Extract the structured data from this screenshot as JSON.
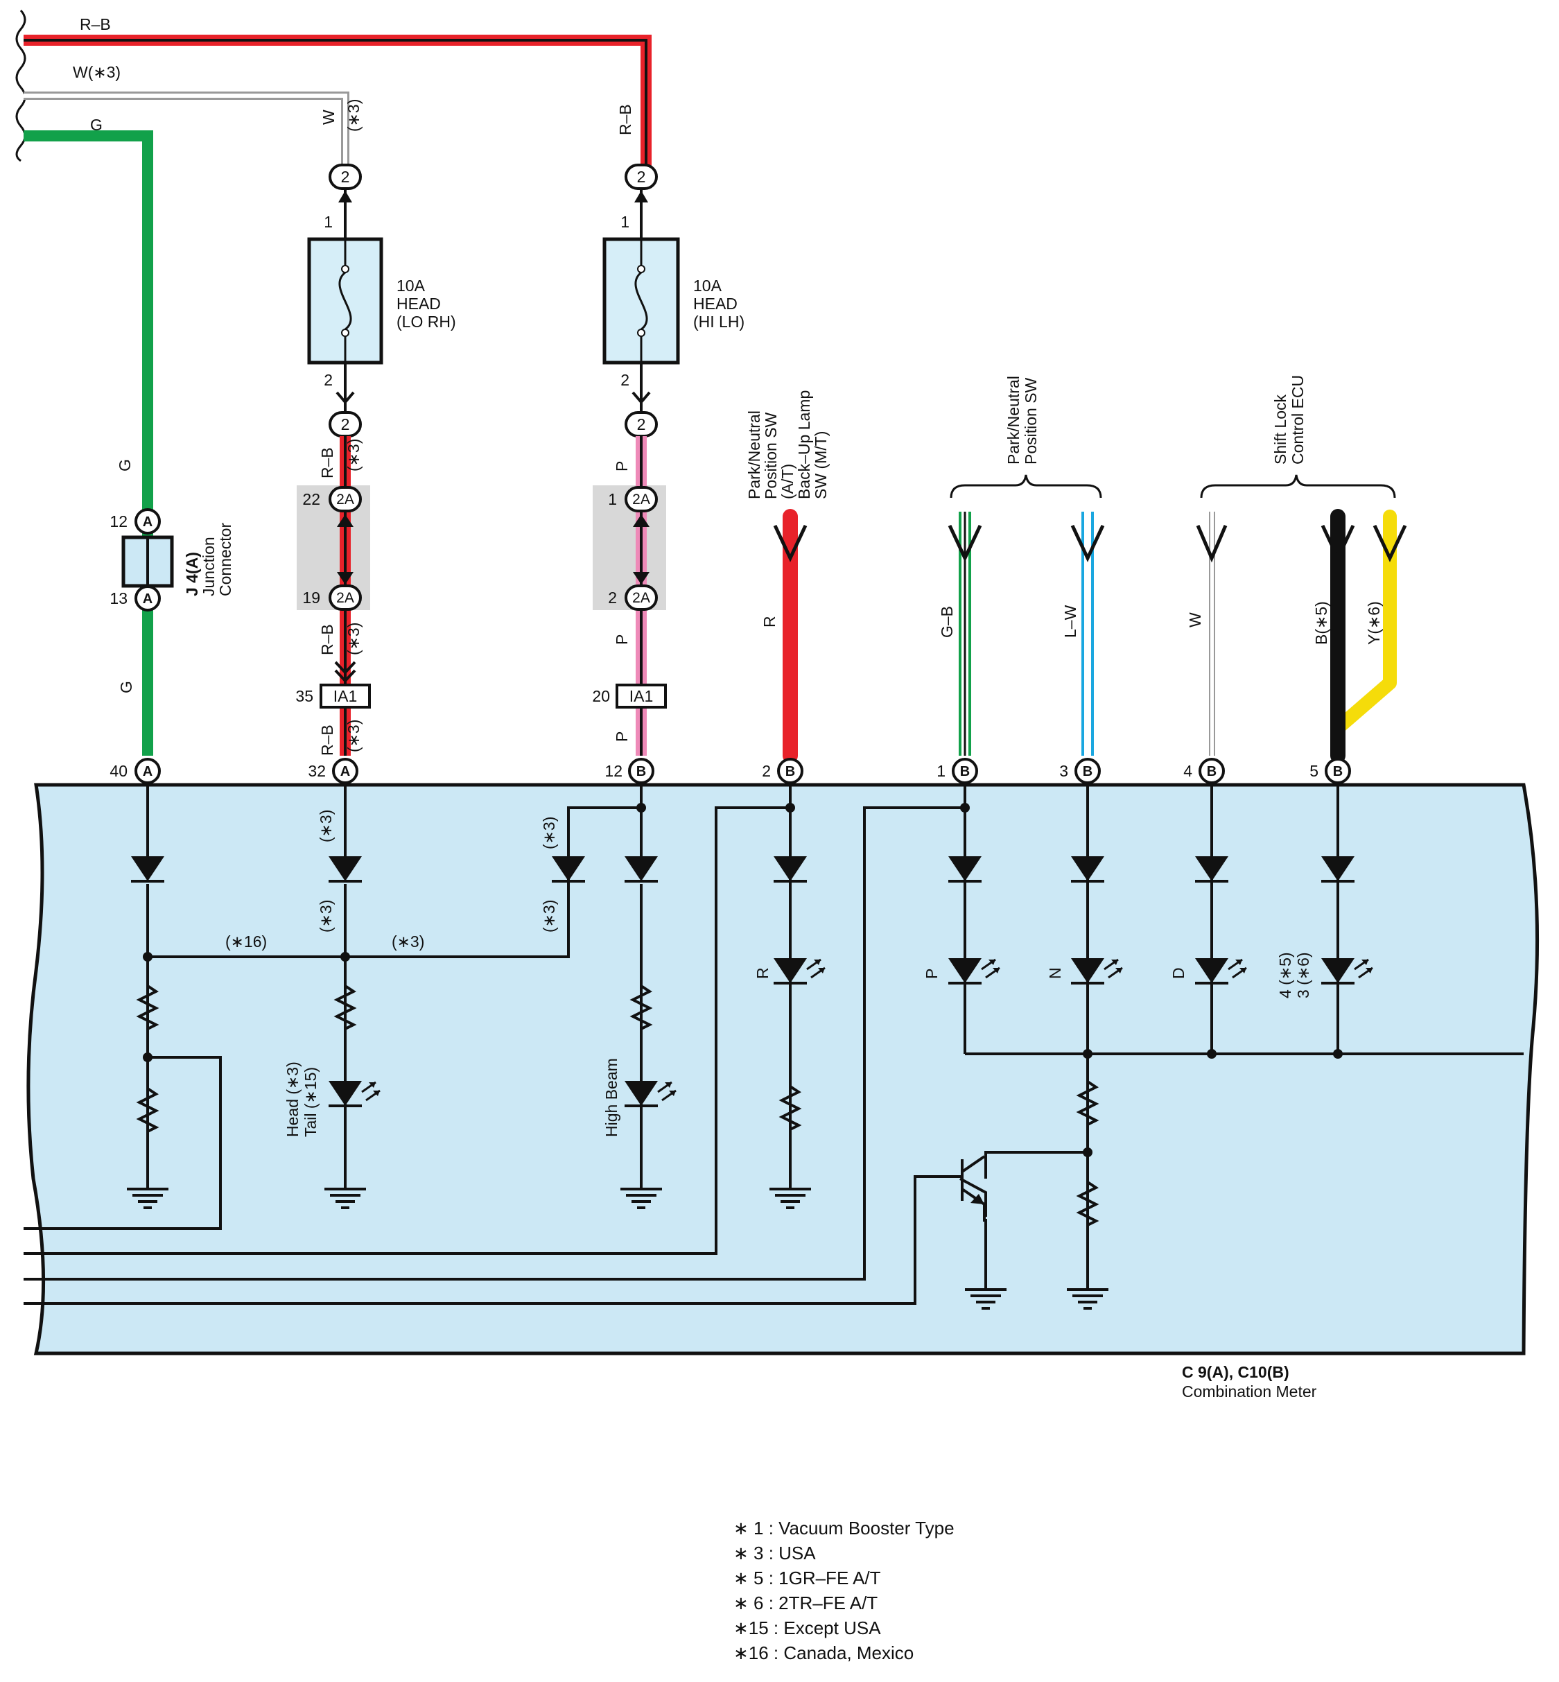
{
  "colors": {
    "meter_fill": "#cce8f5",
    "green": "#12a14a",
    "red": "#e8222a",
    "pink": "#ee8ab8",
    "blue": "#1aa7e0",
    "yellow": "#f5dc0a",
    "fuse_fill": "#d6eef8",
    "gray_block": "#d8d8d8"
  },
  "top_wires": {
    "rb": "R–B",
    "w3": "W(∗3)",
    "g": "G"
  },
  "col_a": {
    "wire_top": "G",
    "pin_top": "12",
    "pin_bottom": "13",
    "wire_bottom": "G",
    "conn_letter": "A",
    "jc_id": "J 4(A)",
    "jc_name_1": "Junction",
    "jc_name_2": "Connector",
    "pin_meter": "40"
  },
  "col_b": {
    "wire_w": "W",
    "note_3": "(∗3)",
    "pin_2": "2",
    "pin_1": "1",
    "fuse_amp": "10A",
    "fuse_name": "HEAD",
    "fuse_sub": "(LO RH)",
    "wire_rb": "R–B",
    "conn_2a": "2A",
    "pin_22": "22",
    "pin_19": "19",
    "pin_35": "35",
    "ia1": "IA1",
    "pin_32": "32",
    "conn_letter": "A"
  },
  "col_c": {
    "wire_rb": "R–B",
    "pin_2": "2",
    "pin_1": "1",
    "fuse_amp": "10A",
    "fuse_name": "HEAD",
    "fuse_sub": "(HI LH)",
    "wire_p": "P",
    "conn_2a": "2A",
    "pin_20": "20",
    "ia1": "IA1",
    "pin_12": "12",
    "conn_letter": "B"
  },
  "col_d": {
    "label_1": "Park/Neutral",
    "label_2": "Position SW",
    "label_3": "(A/T)",
    "label_4": "Back–Up Lamp",
    "label_5": "SW (M/T)",
    "wire": "R",
    "pin": "2",
    "conn_letter": "B"
  },
  "col_ef": {
    "label_1": "Park/Neutral",
    "label_2": "Position SW",
    "wire_e": "G–B",
    "pin_e": "1",
    "wire_f": "L–W",
    "pin_f": "3",
    "conn_letter": "B"
  },
  "col_gh": {
    "label_1": "Shift Lock",
    "label_2": "Control ECU",
    "wire_g": "W",
    "pin_g": "4",
    "wire_h": "B(∗5)",
    "wire_y": "Y(∗6)",
    "pin_h": "5",
    "conn_letter": "B"
  },
  "meter": {
    "note_3": "(∗3)",
    "note_16": "(∗16)",
    "lamp_head_1": "Head (∗3)",
    "lamp_head_2": "Tail (∗15)",
    "lamp_high": "High Beam",
    "ind_r": "R",
    "ind_p": "P",
    "ind_n": "N",
    "ind_d": "D",
    "ind_45": "4 (∗5)",
    "ind_36": "3 (∗6)",
    "id": "C 9(A), C10(B)",
    "name": "Combination Meter"
  },
  "notes": [
    "∗ 1 : Vacuum Booster Type",
    "∗ 3 : USA",
    "∗ 5 : 1GR–FE A/T",
    "∗ 6 : 2TR–FE A/T",
    "∗15 : Except USA",
    "∗16 : Canada,  Mexico"
  ]
}
